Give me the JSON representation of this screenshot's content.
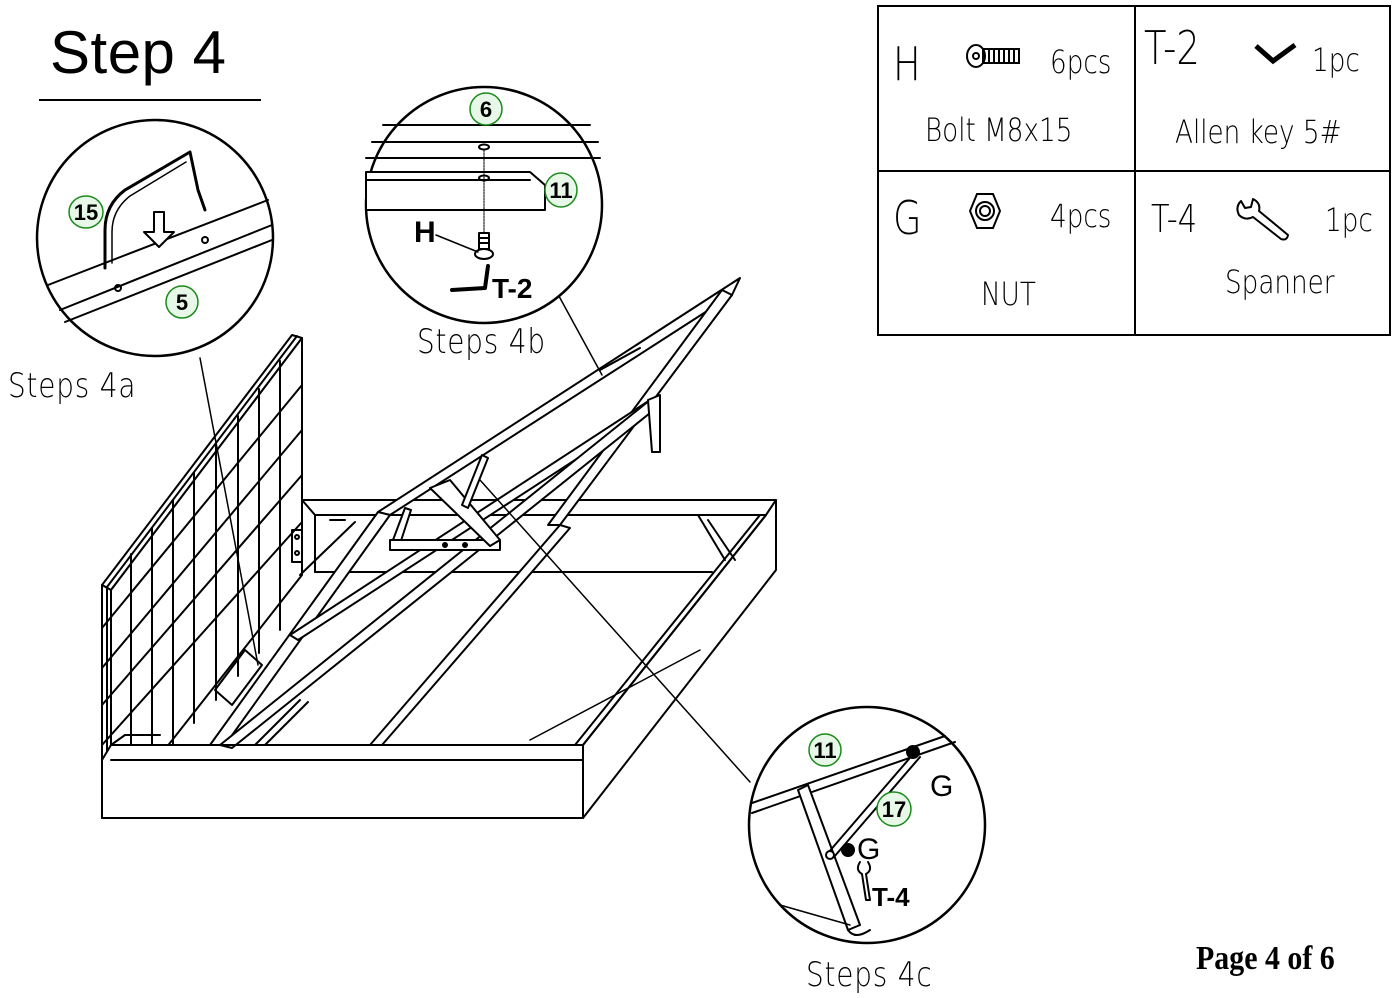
{
  "title": "Step 4",
  "callouts": {
    "step_4a": "Steps 4a",
    "step_4b": "Steps 4b",
    "step_4c": "Steps 4c"
  },
  "part_numbers": {
    "p15": "15",
    "p5": "5",
    "p6": "6",
    "p11_top": "11",
    "p11_bottom": "11",
    "p17": "17"
  },
  "hardware_labels": {
    "h": "H",
    "t2": "T-2",
    "g1": "G",
    "g2": "G",
    "t4": "T-4"
  },
  "parts_table": [
    {
      "code": "H",
      "quantity": "6pcs",
      "name": "Bolt M8x15",
      "icon": "bolt-icon"
    },
    {
      "code": "T-2",
      "quantity": "1pc",
      "name": "Allen key  5#",
      "icon": "allen-key-icon"
    },
    {
      "code": "G",
      "quantity": "4pcs",
      "name": "NUT",
      "icon": "nut-icon"
    },
    {
      "code": "T-4",
      "quantity": "1pc",
      "name": "Spanner",
      "icon": "spanner-icon"
    }
  ],
  "page_label": "Page 4 of 6",
  "colors": {
    "ink": "#000000",
    "part_circle_fill": "#e8f8e8",
    "part_circle_stroke": "#1a8a1a"
  }
}
